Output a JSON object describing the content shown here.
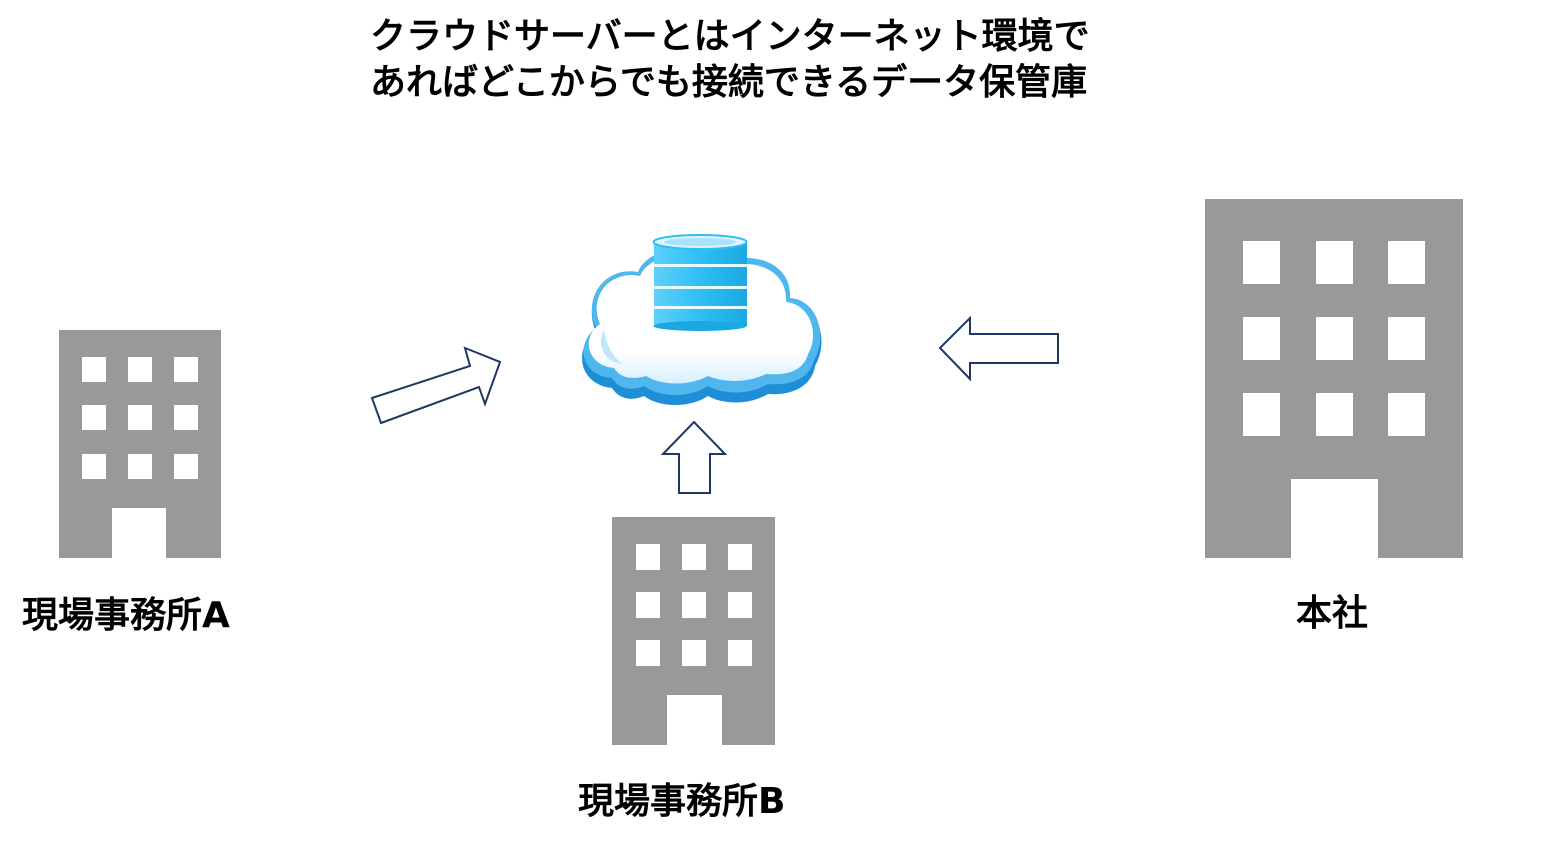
{
  "title": {
    "line1": "クラウドサーバーとはインターネット環境で",
    "line2": "あればどこからでも接続できるデータ保管庫"
  },
  "nodes": {
    "office_a": {
      "label": "現場事務所A"
    },
    "office_b": {
      "label": "現場事務所B"
    },
    "headquarters": {
      "label": "本社"
    },
    "cloud": {
      "icon": "cloud-database-icon"
    }
  },
  "colors": {
    "building": "#999999",
    "window": "#ffffff",
    "arrow_stroke": "#1f3864",
    "cloud_blue": "#1e90d6",
    "database_blue": "#2fc0f5"
  }
}
